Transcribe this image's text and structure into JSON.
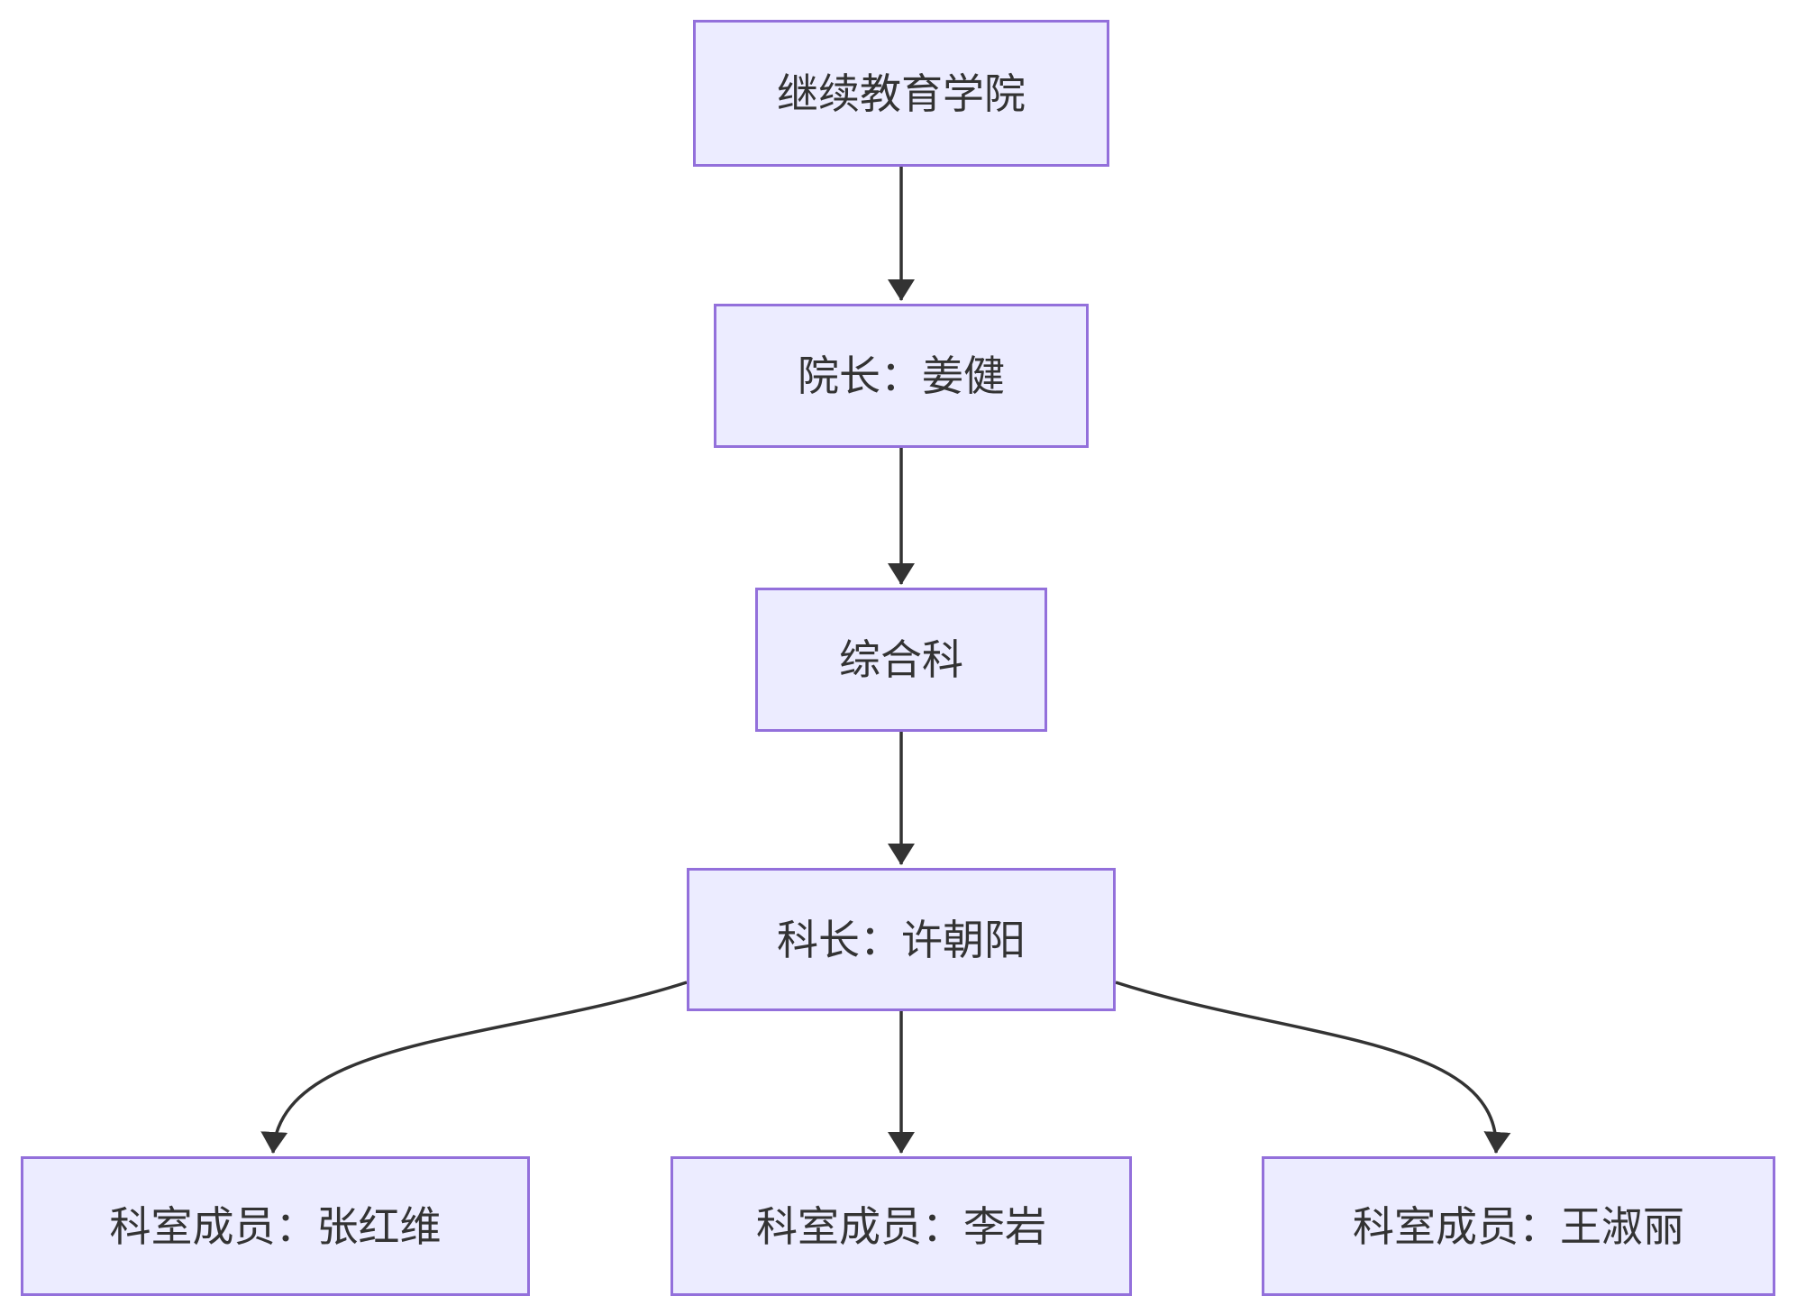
{
  "diagram": {
    "type": "flowchart-top-down",
    "nodes": [
      {
        "id": "college",
        "label": "继续教育学院"
      },
      {
        "id": "dean",
        "label": "院长：姜健"
      },
      {
        "id": "section",
        "label": "综合科"
      },
      {
        "id": "chief",
        "label": "科长：许朝阳"
      },
      {
        "id": "member-1",
        "label": "科室成员：张红维"
      },
      {
        "id": "member-2",
        "label": "科室成员：李岩"
      },
      {
        "id": "member-3",
        "label": "科室成员：王淑丽"
      }
    ],
    "edges": [
      {
        "from": "college",
        "to": "dean"
      },
      {
        "from": "dean",
        "to": "section"
      },
      {
        "from": "section",
        "to": "chief"
      },
      {
        "from": "chief",
        "to": "member-1"
      },
      {
        "from": "chief",
        "to": "member-2"
      },
      {
        "from": "chief",
        "to": "member-3"
      }
    ],
    "colors": {
      "node_fill": "#ECECFF",
      "node_border": "#9370DB",
      "edge_stroke": "#333333",
      "text": "#333333",
      "background": "#FFFFFF"
    }
  }
}
